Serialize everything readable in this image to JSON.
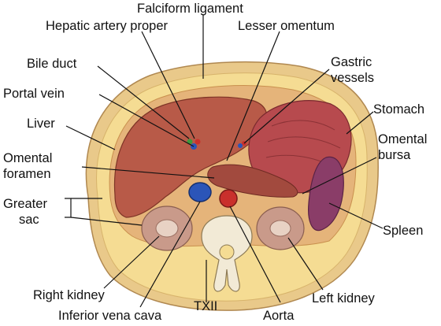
{
  "labels": {
    "falciform_ligament": "Falciform ligament",
    "hepatic_artery_proper": "Hepatic artery proper",
    "lesser_omentum": "Lesser omentum",
    "bile_duct": "Bile duct",
    "gastric_vessels_1": "Gastric",
    "gastric_vessels_2": "vessels",
    "portal_vein": "Portal vein",
    "stomach": "Stomach",
    "liver": "Liver",
    "omental_bursa_1": "Omental",
    "omental_bursa_2": "bursa",
    "omental_foramen_1": "Omental",
    "omental_foramen_2": "foramen",
    "greater_sac_1": "Greater",
    "greater_sac_2": "sac",
    "spleen": "Spleen",
    "right_kidney": "Right kidney",
    "inferior_vena_cava": "Inferior vena cava",
    "txii": "TXII",
    "aorta": "Aorta",
    "left_kidney": "Left kidney"
  },
  "colors": {
    "skin": "#e9c98a",
    "fat": "#f5dc93",
    "peritoneum": "#e5b47a",
    "liver": "#b85a48",
    "stomach": "#b74a4e",
    "spleen": "#8a3d68",
    "kidney": "#c99a8a",
    "ivc": "#2b55b8",
    "aorta": "#c9302c",
    "bone": "#f2ead6"
  }
}
